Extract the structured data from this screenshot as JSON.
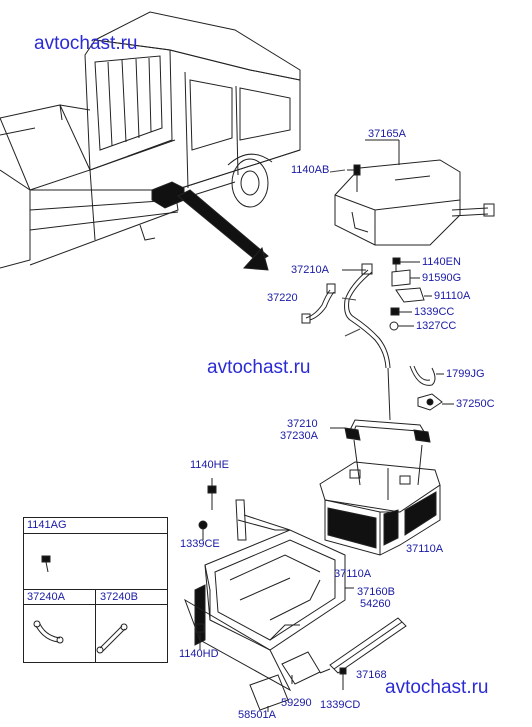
{
  "watermarks": [
    "avtochast.ru",
    "avtochast.ru",
    "avtochast.ru"
  ],
  "labels": {
    "p37165A": "37165A",
    "p1140AB": "1140AB",
    "p37210A": "37210A",
    "p1140EN": "1140EN",
    "p91590G": "91590G",
    "p37220": "37220",
    "p91110A": "91110A",
    "p1339CC": "1339CC",
    "p1327CC": "1327CC",
    "p1799JG": "1799JG",
    "p37250C": "37250C",
    "p37210": "37210",
    "p37230A": "37230A",
    "p1140HE": "1140HE",
    "p1339CE": "1339CE",
    "p37110A_a": "37110A",
    "p37110A_b": "37110A",
    "p37160B": "37160B",
    "p54260": "54260",
    "p1140HD": "1140HD",
    "p37168": "37168",
    "p59290": "59290",
    "p1339CD": "1339CD",
    "p58501A": "58501A"
  },
  "table": {
    "header": "1141AG",
    "col_left": "37240A",
    "col_right": "37240B"
  }
}
